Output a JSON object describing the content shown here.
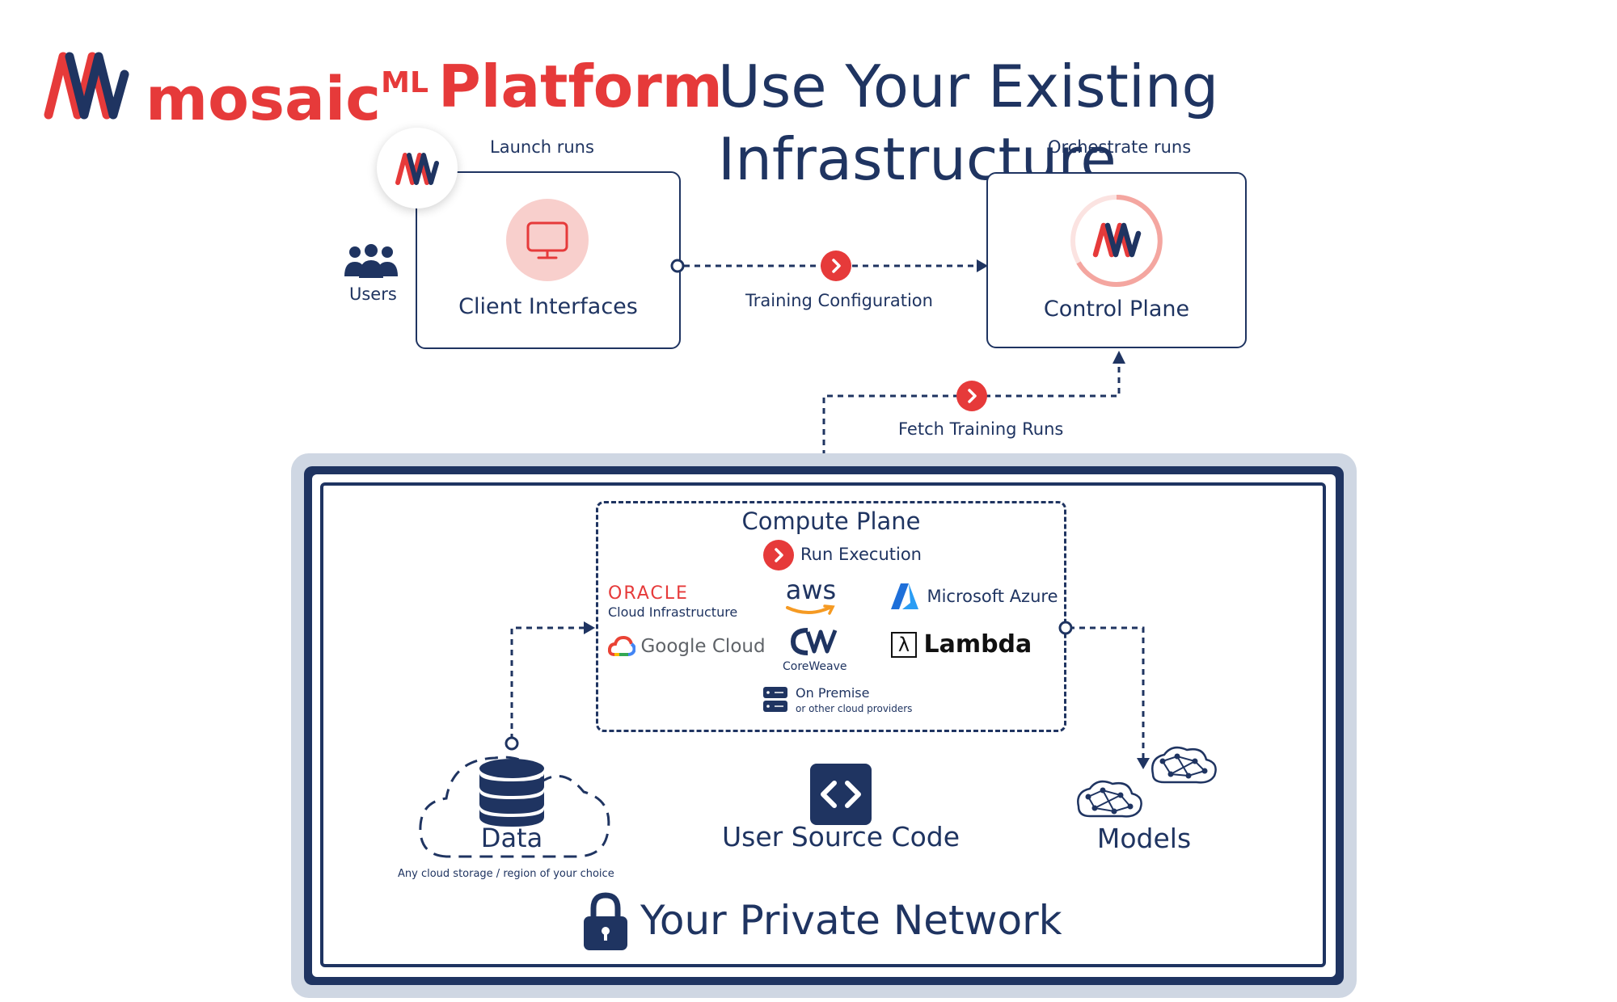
{
  "header": {
    "brand": "mosaic",
    "brand_sup": "ML",
    "platform": "Platform",
    "tagline": "Use Your Existing Infrastructure"
  },
  "top": {
    "launch_label": "Launch runs",
    "orchestrate_label": "Orchestrate runs",
    "users_label": "Users",
    "client_label": "Client Interfaces",
    "control_label": "Control Plane",
    "training_config_label": "Training Configuration",
    "fetch_label": "Fetch Training Runs"
  },
  "compute": {
    "title": "Compute Plane",
    "run_label": "Run Execution",
    "providers": {
      "oracle": "ORACLE",
      "oracle_sub": "Cloud Infrastructure",
      "aws": "aws",
      "azure": "Microsoft Azure",
      "google": "Google Cloud",
      "coreweave": "CoreWeave",
      "lambda": "Lambda",
      "onprem": "On Premise",
      "onprem_sub": "or other cloud providers"
    }
  },
  "network": {
    "data_label": "Data",
    "data_sub": "Any cloud storage / region of your choice",
    "code_label": "User Source Code",
    "models_label": "Models",
    "private_label": "Your Private Network"
  },
  "colors": {
    "navy": "#1f3461",
    "red": "#e63a3a",
    "frame_gray": "#cfd7e3",
    "pink": "#f8cfcc"
  }
}
